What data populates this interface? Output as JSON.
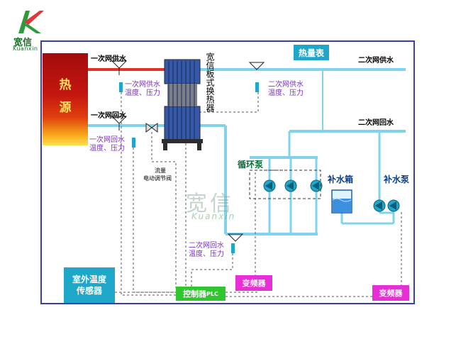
{
  "brand": {
    "name": "宽信",
    "sub": "Kuanxin"
  },
  "watermark": {
    "name": "宽信",
    "sub": "Kuanxin"
  },
  "heat_source": {
    "line1": "热",
    "line2": "源"
  },
  "exchanger_label": "宽信板式换热器",
  "labels": {
    "primary_supply": "一次网供水",
    "primary_return": "一次网回水",
    "secondary_supply": "二次网供水",
    "secondary_return": "二次网回水",
    "primary_supply_sensor_1": "一次网供水",
    "primary_supply_sensor_2": "温度、压力",
    "primary_return_sensor_1": "一次网回水",
    "primary_return_sensor_2": "温度、压力",
    "secondary_supply_sensor_1": "二次网供水",
    "secondary_supply_sensor_2": "温度、压力",
    "secondary_return_sensor_1": "二次网回水",
    "secondary_return_sensor_2": "温度、压力",
    "flow_valve_1": "流量",
    "flow_valve_2": "电动调节阀",
    "circulation_pump": "循环泵",
    "makeup_tank": "补水箱",
    "makeup_pump": "补水泵"
  },
  "boxes": {
    "heat_meter": "热量表",
    "outdoor_sensor_1": "室外温度",
    "outdoor_sensor_2": "传感器",
    "plc_main": "控制器",
    "plc_suffix": "PLC",
    "vfd_1": "变频器",
    "vfd_2": "变频器"
  },
  "colors": {
    "pipe": "#7fd3ea",
    "primary_supply_pipe": "#e0322b",
    "frame": "#3a3fb0",
    "sensor_label": "#7b2fbf",
    "heat_meter_box": "#1fa7c9",
    "vfd_box": "#e62fd4",
    "plc_box": "#2ec72e",
    "brand_green": "#1c6d2a"
  }
}
